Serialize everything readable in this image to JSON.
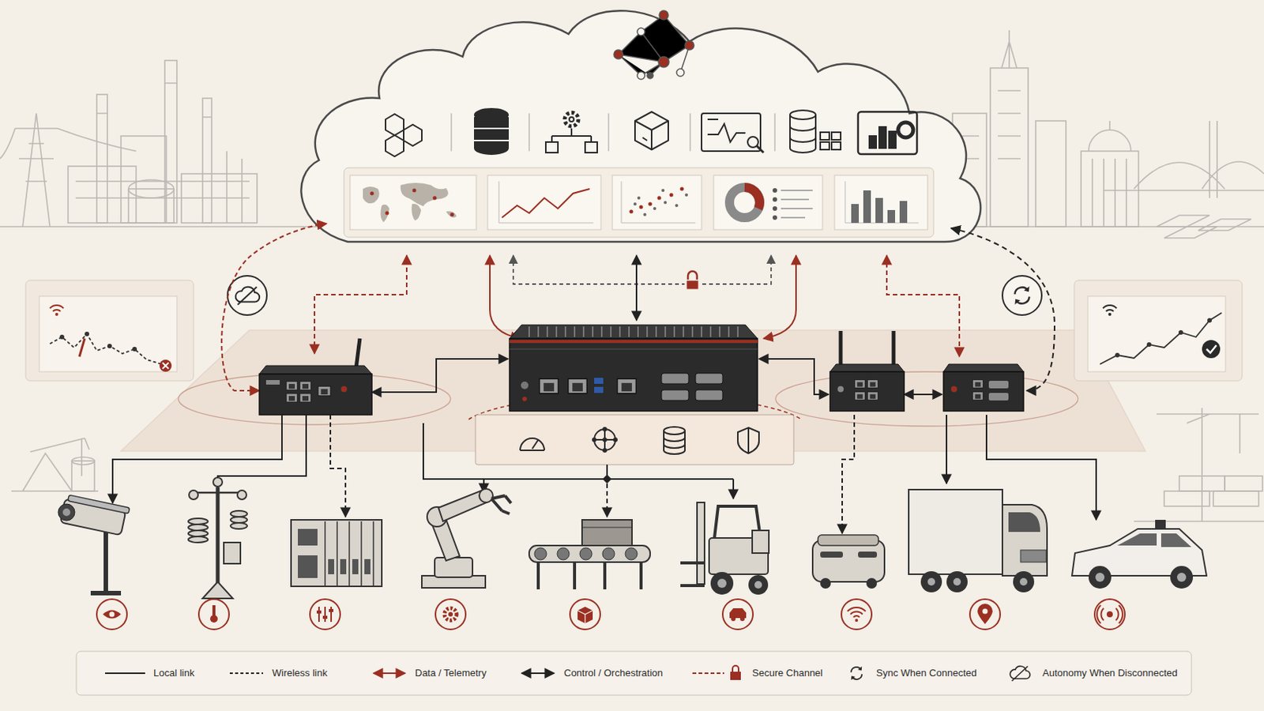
{
  "diagram": {
    "legend": [
      {
        "text": "Local link"
      },
      {
        "text": "Wireless link"
      },
      {
        "text": "Data / Telemetry"
      },
      {
        "text": "Control / Orchestration"
      },
      {
        "text": "Secure Channel"
      },
      {
        "text": "Sync When Connected"
      },
      {
        "text": "Autonomy When Disconnected"
      }
    ]
  }
}
